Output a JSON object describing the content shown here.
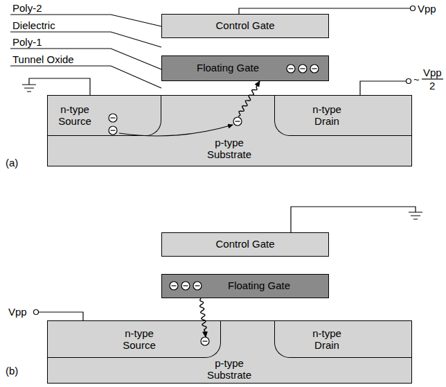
{
  "diagram": {
    "nodes": [
      {
        "text": [
          "Control Gate"
        ]
      },
      {
        "text": [
          "Floating Gate"
        ]
      },
      {
        "text": [
          "p-type Substrate"
        ]
      },
      {
        "text": [
          "n-type Source"
        ],
        "in": 2
      },
      {
        "text": [
          "n-type Drain"
        ],
        "in": 2
      },
      {
        "text": [
          "Control Gate"
        ]
      },
      {
        "text": [
          "Floating Gate"
        ]
      },
      {
        "text": [
          "p-type Substrate"
        ]
      },
      {
        "text": [
          "n-type Source"
        ],
        "in": 7
      },
      {
        "text": [
          "n-type Drain"
        ],
        "in": 7
      }
    ],
    "edges": [
      {
        "from": 2,
        "to": 1,
        "arrow": "to"
      },
      {
        "from": 6,
        "to": 8,
        "arrow": "to"
      }
    ],
    "labels": [
      "Poly-2",
      "Dielectric",
      "Poly-1",
      "Tunnel Oxide",
      "Vpp",
      "~",
      "Vpp",
      "2",
      "(a)",
      "Vpp",
      "(b)"
    ]
  }
}
